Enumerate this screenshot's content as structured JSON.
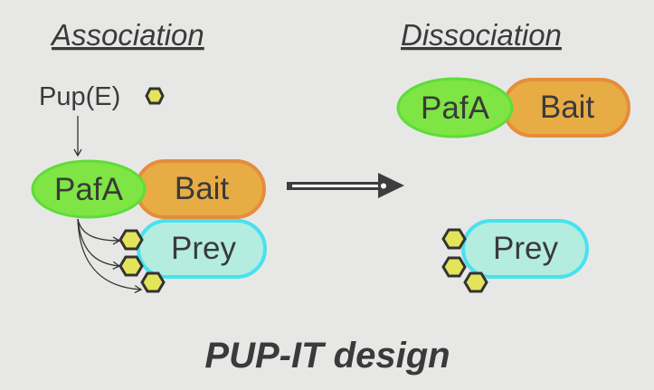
{
  "diagram": {
    "title": "PUP-IT design",
    "colors": {
      "background": "#e7e8e6",
      "pafa_fill": "#7ee544",
      "pafa_stroke": "#5fdc3a",
      "bait_fill": "#e8ac45",
      "bait_stroke": "#e58d3c",
      "prey_fill": "#b5ece0",
      "prey_stroke": "#47e2ee",
      "tag_fill": "#e3e45a",
      "tag_stroke": "#333333",
      "text": "#3a3a3a"
    },
    "association": {
      "heading": "Association",
      "pup_label": "Pup(E)",
      "pafa_label": "PafA",
      "bait_label": "Bait",
      "prey_label": "Prey",
      "prey_tag_count": 3
    },
    "dissociation": {
      "heading": "Dissociation",
      "pafa_label": "PafA",
      "bait_label": "Bait",
      "prey_label": "Prey",
      "prey_tag_count": 3
    },
    "transition_arrow": "right-arrow"
  }
}
